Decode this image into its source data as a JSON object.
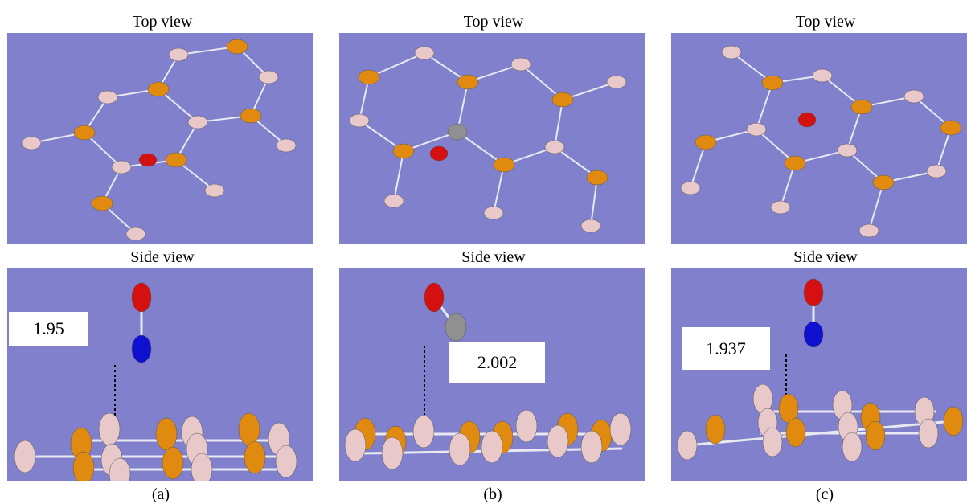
{
  "figure": {
    "panels": [
      {
        "id": "a",
        "top_title": "Top view",
        "side_title": "Side view",
        "distance": "1.95",
        "label": "(a)"
      },
      {
        "id": "b",
        "top_title": "Top view",
        "side_title": "Side view",
        "distance": "2.002",
        "label": "(b)"
      },
      {
        "id": "c",
        "top_title": "Top view",
        "side_title": "Side view",
        "distance": "1.937",
        "label": "(c)"
      }
    ]
  },
  "colors": {
    "background": "#8080cc",
    "boron_orange": "#e08a10",
    "nitrogen_pink": "#e8c8c8",
    "oxygen_red": "#d41010",
    "nitrogen_blue": "#1010d0",
    "carbon_gray": "#909090",
    "bond": "#e8e8f0"
  }
}
